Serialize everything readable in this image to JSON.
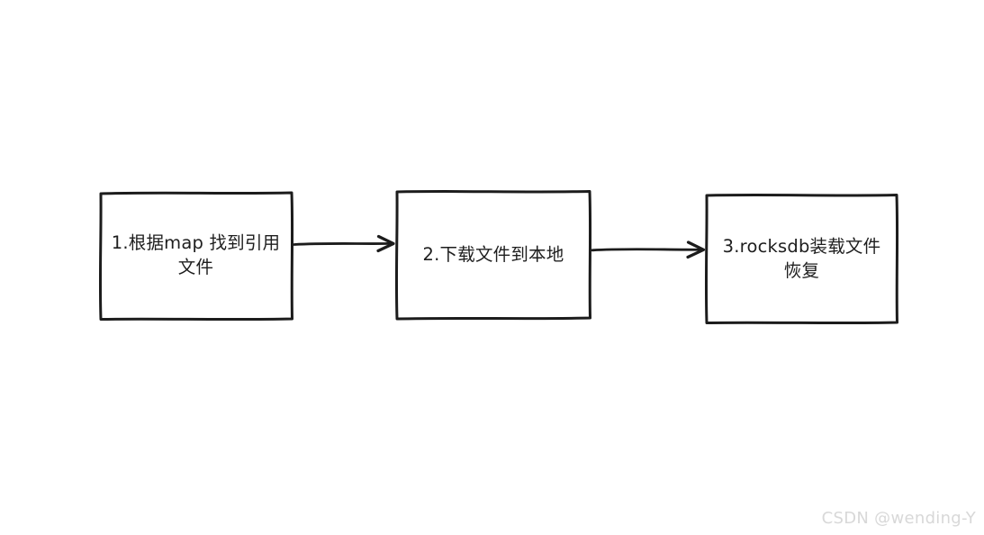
{
  "page": {
    "background": "#ffffff"
  },
  "diagram": {
    "type": "flowchart",
    "style": "hand-drawn",
    "stroke_color": "#1c1c1c",
    "text_color": "#1e1e1e",
    "steps": [
      {
        "label": "1.根据map 找到引用文件"
      },
      {
        "label": "2.下载文件到本地"
      },
      {
        "label": "3.rocksdb装载文件恢复"
      }
    ],
    "arrows": [
      {
        "from": "step-1",
        "to": "step-2",
        "direction": "right"
      },
      {
        "from": "step-2",
        "to": "step-3",
        "direction": "right"
      }
    ]
  },
  "watermark": {
    "text": "CSDN @wending-Y",
    "color": "#d8d8d8"
  }
}
